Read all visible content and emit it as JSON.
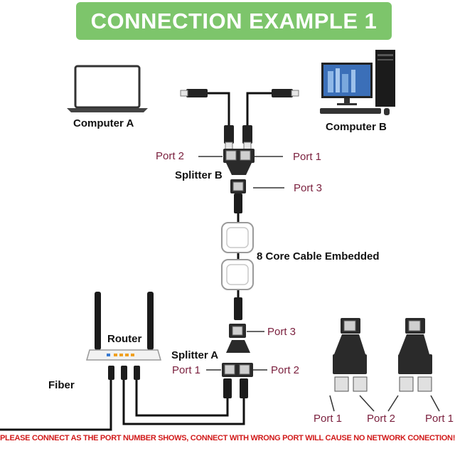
{
  "banner": {
    "title": "CONNECTION EXAMPLE  1"
  },
  "labels": {
    "computer_a": "Computer A",
    "computer_b": "Computer B",
    "router": "Router",
    "fiber": "Fiber",
    "splitter_b": "Splitter B",
    "splitter_a": "Splitter A",
    "cable": "8 Core Cable Embedded"
  },
  "ports": {
    "b_port2": "Port 2",
    "b_port1": "Port 1",
    "b_port3": "Port 3",
    "a_port3": "Port 3",
    "a_port1": "Port 1",
    "a_port2": "Port 2",
    "legend_port1": "Port 1",
    "legend_port2": "Port 2",
    "legend_port1b": "Port 1"
  },
  "footer": {
    "warning": "PLEASE CONNECT AS THE PORT NUMBER SHOWS, CONNECT WITH WRONG PORT WILL CAUSE NO NETWORK CONECTION!!"
  },
  "colors": {
    "banner": "#7dc56b",
    "port_label": "#7a1f3d",
    "warning": "#d11a1a"
  }
}
